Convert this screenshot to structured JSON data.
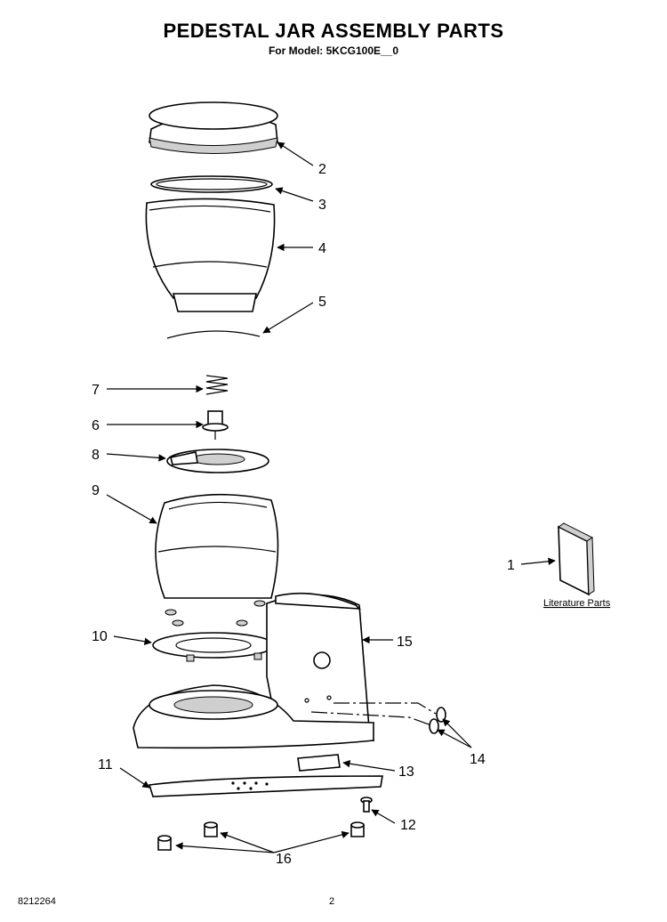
{
  "page": {
    "title": "PEDESTAL JAR ASSEMBLY PARTS",
    "subtitle": "For Model: 5KCG100E__0",
    "doc_number": "8212264",
    "page_number": "2"
  },
  "literature": {
    "label": "Literature Parts"
  },
  "callouts": {
    "c1": "1",
    "c2": "2",
    "c3": "3",
    "c4": "4",
    "c5": "5",
    "c6": "6",
    "c7": "7",
    "c8": "8",
    "c9": "9",
    "c10": "10",
    "c11": "11",
    "c12": "12",
    "c13": "13",
    "c14": "14",
    "c15": "15",
    "c16": "16"
  }
}
